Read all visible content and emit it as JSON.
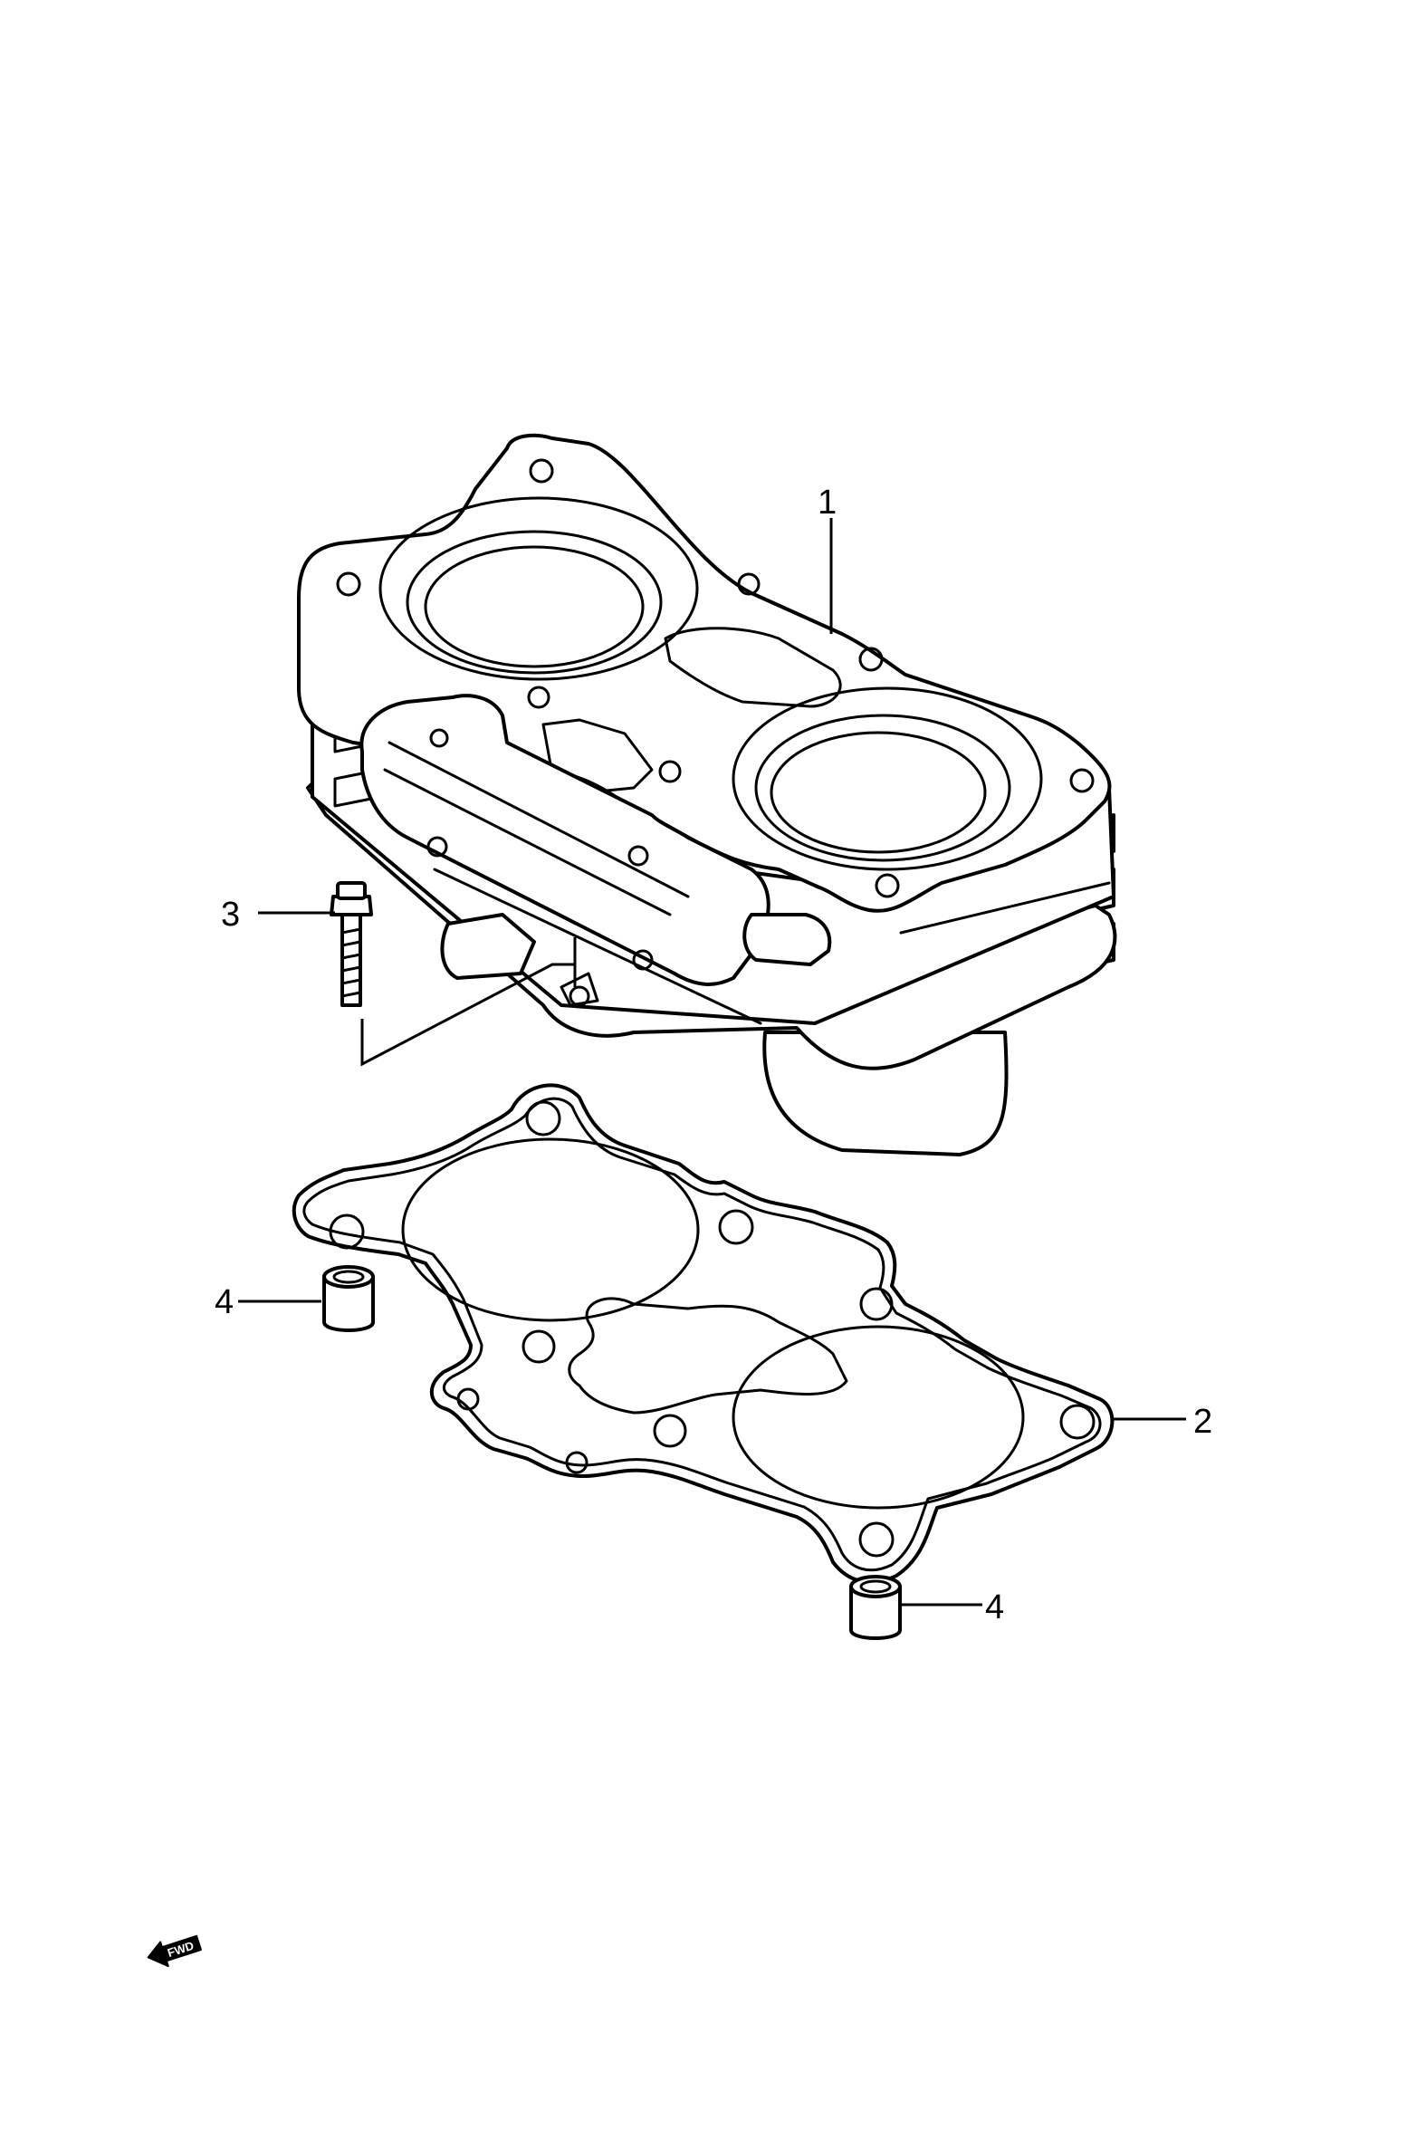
{
  "callouts": {
    "cylinder": "1",
    "gasket": "2",
    "bolt": "3",
    "dowel_left": "4",
    "dowel_right": "4"
  },
  "fwd_badge": "FWD",
  "icons": {
    "fwd": "fwd-arrow-icon"
  }
}
